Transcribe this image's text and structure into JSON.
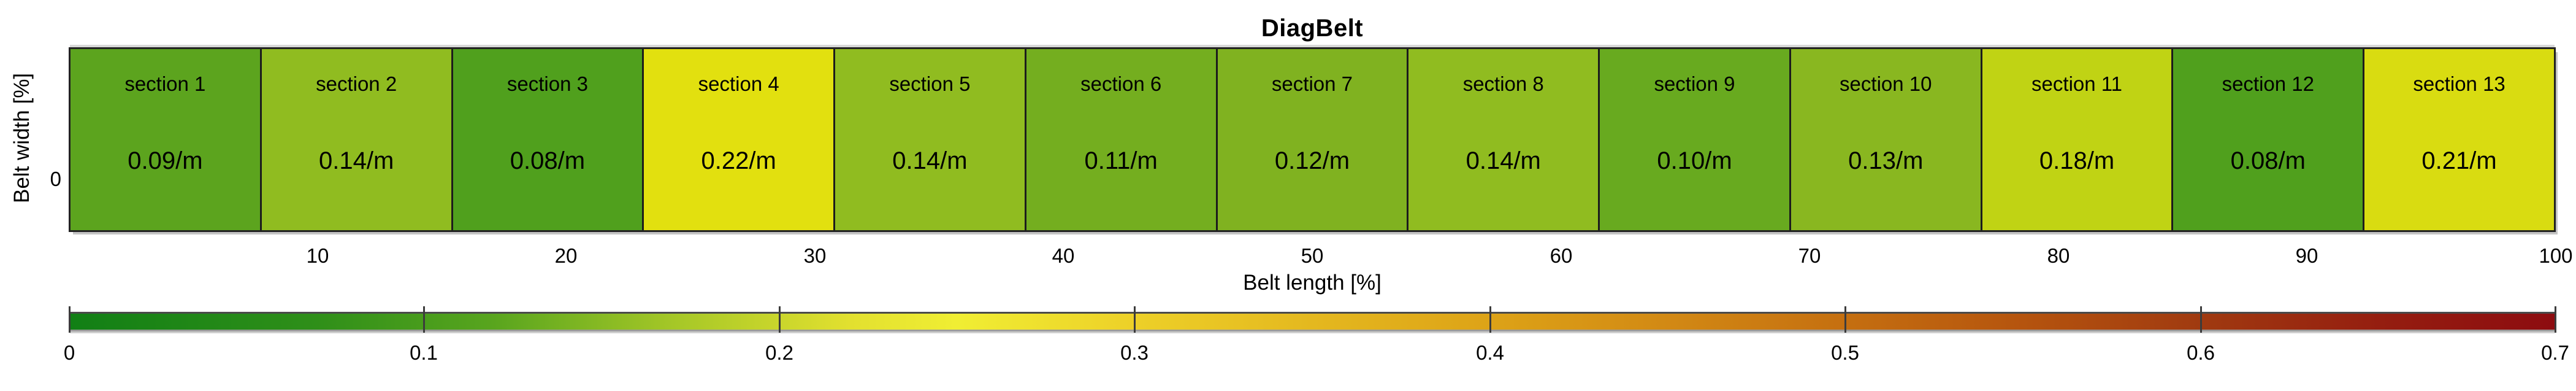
{
  "figure": {
    "title": "DiagBelt",
    "xlabel": "Belt length [%]",
    "ylabel": "Belt width [%]",
    "y_tick_label": "0"
  },
  "chart_data": {
    "type": "heatmap",
    "title": "DiagBelt",
    "xlabel": "Belt length [%]",
    "ylabel": "Belt width [%]",
    "xlim": [
      0,
      100
    ],
    "x_ticks": [
      10,
      20,
      30,
      40,
      50,
      60,
      70,
      80,
      90,
      100
    ],
    "y_ticks": [
      0
    ],
    "grid": false,
    "legend_position": "none",
    "sections": [
      {
        "label": "section 1",
        "value": 0.09,
        "value_text": "0.09/m",
        "color": "#5ca41e"
      },
      {
        "label": "section 2",
        "value": 0.14,
        "value_text": "0.14/m",
        "color": "#90bc20"
      },
      {
        "label": "section 3",
        "value": 0.08,
        "value_text": "0.08/m",
        "color": "#50a01d"
      },
      {
        "label": "section 4",
        "value": 0.22,
        "value_text": "0.22/m",
        "color": "#e2e00f"
      },
      {
        "label": "section 5",
        "value": 0.14,
        "value_text": "0.14/m",
        "color": "#90bc20"
      },
      {
        "label": "section 6",
        "value": 0.11,
        "value_text": "0.11/m",
        "color": "#74ae1f"
      },
      {
        "label": "section 7",
        "value": 0.12,
        "value_text": "0.12/m",
        "color": "#80b220"
      },
      {
        "label": "section 8",
        "value": 0.14,
        "value_text": "0.14/m",
        "color": "#90bc20"
      },
      {
        "label": "section 9",
        "value": 0.1,
        "value_text": "0.10/m",
        "color": "#68aa1f"
      },
      {
        "label": "section 10",
        "value": 0.13,
        "value_text": "0.13/m",
        "color": "#89b720"
      },
      {
        "label": "section 11",
        "value": 0.18,
        "value_text": "0.18/m",
        "color": "#c0d314"
      },
      {
        "label": "section 12",
        "value": 0.08,
        "value_text": "0.08/m",
        "color": "#50a01d"
      },
      {
        "label": "section 13",
        "value": 0.21,
        "value_text": "0.21/m",
        "color": "#d9dc11"
      }
    ],
    "colorbar": {
      "min": 0,
      "max": 0.7,
      "tick_labels": [
        "0",
        "0.1",
        "0.2",
        "0.3",
        "0.4",
        "0.5",
        "0.6",
        "0.7"
      ],
      "gradient_stops": [
        {
          "value": 0.0,
          "color": "#117f15"
        },
        {
          "value": 0.07,
          "color": "#2f8f19"
        },
        {
          "value": 0.12,
          "color": "#59a51e"
        },
        {
          "value": 0.17,
          "color": "#a5c727"
        },
        {
          "value": 0.22,
          "color": "#e2e02f"
        },
        {
          "value": 0.25,
          "color": "#f0ee33"
        },
        {
          "value": 0.3,
          "color": "#edd028"
        },
        {
          "value": 0.35,
          "color": "#e4b81f"
        },
        {
          "value": 0.4,
          "color": "#dda317"
        },
        {
          "value": 0.45,
          "color": "#d28914"
        },
        {
          "value": 0.5,
          "color": "#c56f10"
        },
        {
          "value": 0.55,
          "color": "#b5540e"
        },
        {
          "value": 0.6,
          "color": "#a03a10"
        },
        {
          "value": 0.65,
          "color": "#951e10"
        },
        {
          "value": 0.7,
          "color": "#8d0c10"
        }
      ]
    }
  }
}
